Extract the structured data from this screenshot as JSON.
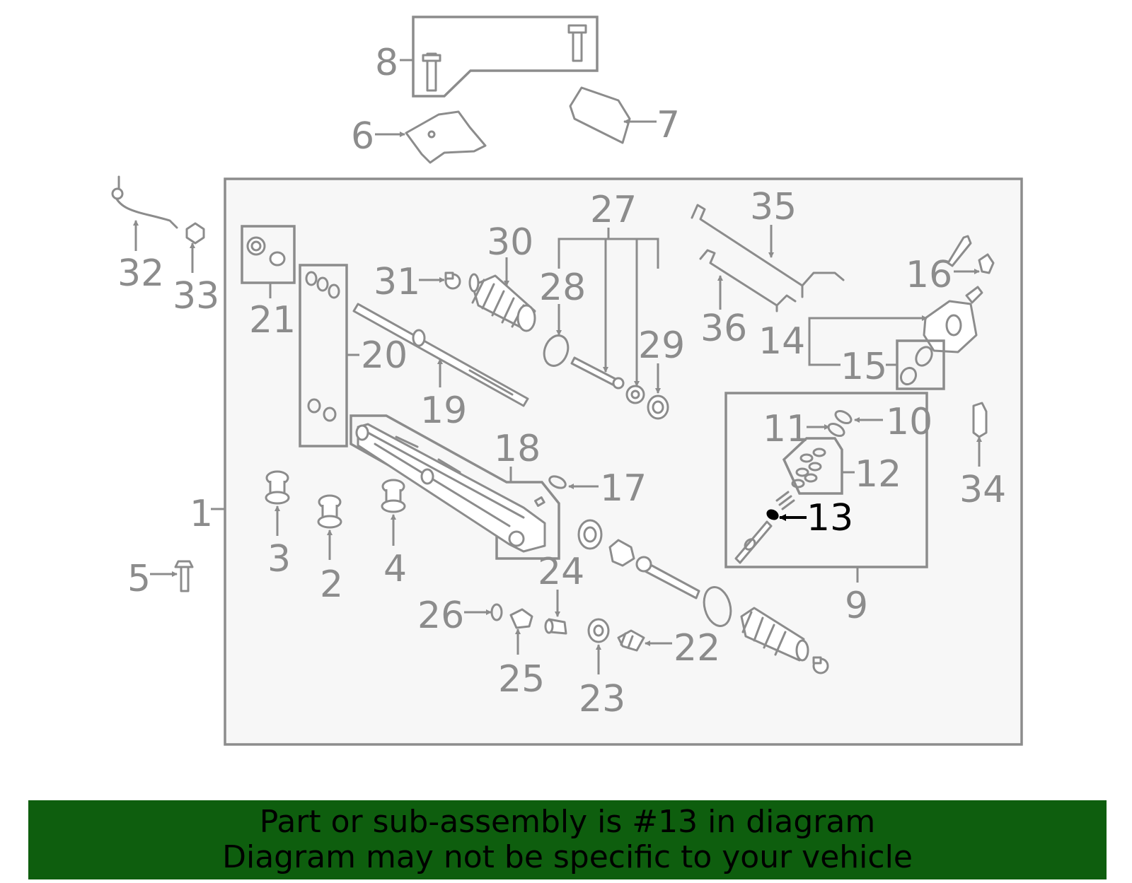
{
  "diagram": {
    "labels": [
      "1",
      "2",
      "3",
      "4",
      "5",
      "6",
      "7",
      "8",
      "9",
      "10",
      "11",
      "12",
      "13",
      "14",
      "15",
      "16",
      "17",
      "18",
      "19",
      "20",
      "21",
      "22",
      "23",
      "24",
      "25",
      "26",
      "27",
      "28",
      "29",
      "30",
      "31",
      "32",
      "33",
      "34",
      "35",
      "36"
    ],
    "highlighted_part": "13"
  },
  "banner": {
    "line1": "Part or sub-assembly is #13 in diagram",
    "line2": "Diagram may not be specific to your vehicle",
    "background": "#0e5e0e"
  },
  "colors": {
    "line": "#8c8c8c",
    "highlight": "#000000",
    "panel": "#f7f7f7"
  }
}
